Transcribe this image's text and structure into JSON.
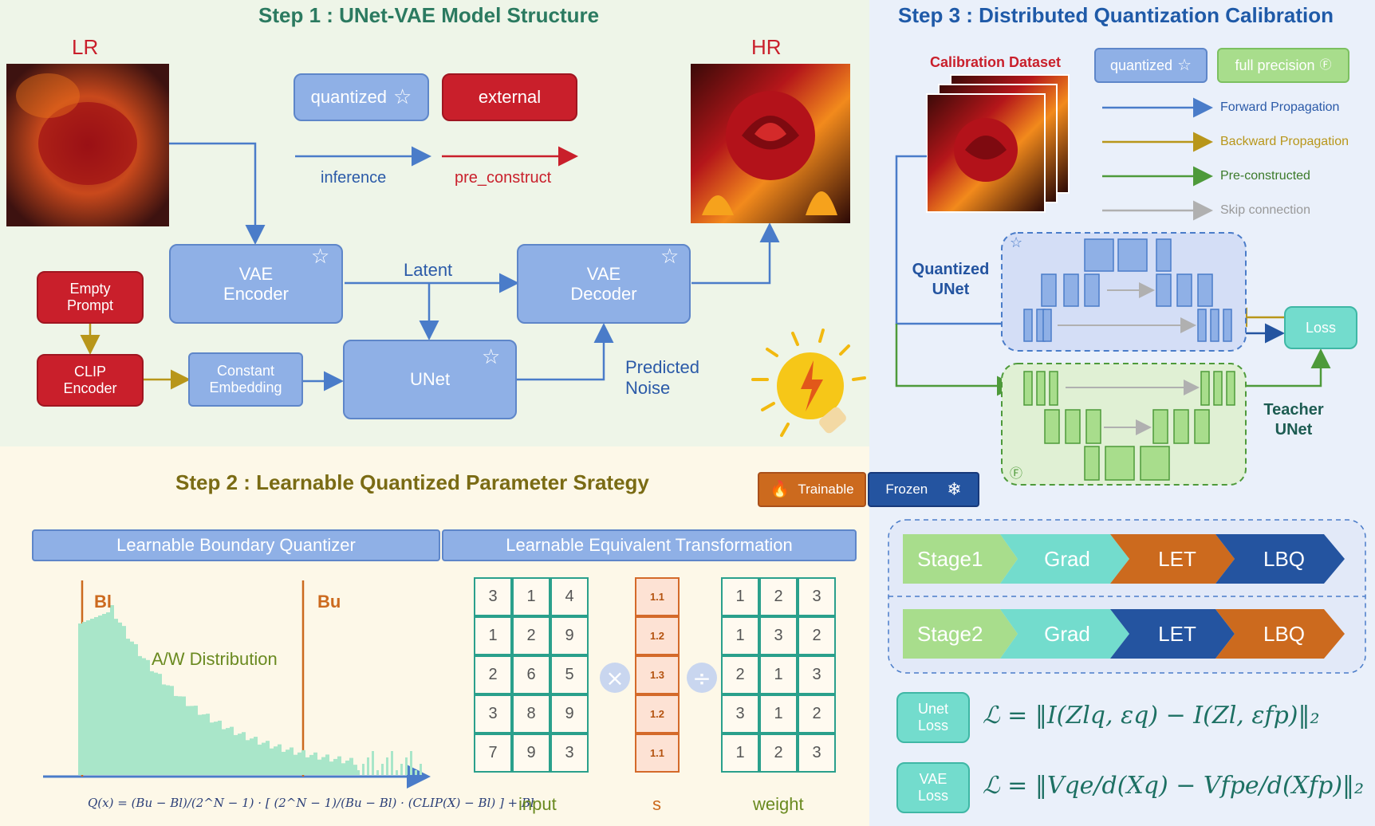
{
  "step1": {
    "title": "Step 1 :  UNet-VAE Model Structure",
    "lr": "LR",
    "hr": "HR",
    "legend_quantized": "quantized",
    "legend_external": "external",
    "legend_inference": "inference",
    "legend_pre_construct": "pre_construct",
    "vae_encoder": "VAE Encoder",
    "vae_decoder": "VAE Decoder",
    "latent": "Latent",
    "unet": "UNet",
    "empty_prompt": "Empty Prompt",
    "clip_encoder": "CLIP Encoder",
    "constant_embedding": "Constant Embedding",
    "predicted_noise": "Predicted Noise"
  },
  "step2": {
    "title": "Step 2 : Learnable Quantized Parameter Srategy",
    "trainable": "Trainable",
    "frozen": "Frozen",
    "lbq_header": "Learnable Boundary Quantizer",
    "let_header": "Learnable Equivalent Transformation",
    "bl": "Bl",
    "bu": "Bu",
    "distribution": "A/W Distribution",
    "formula": "Q(x) = (Bu − Bl)/(2^N − 1) · [ (2^N − 1)/(Bu − Bl) · (CLIP(X) − Bl) ] + Bl",
    "input_matrix": [
      [
        3,
        1,
        4
      ],
      [
        1,
        2,
        9
      ],
      [
        2,
        6,
        5
      ],
      [
        3,
        8,
        9
      ],
      [
        7,
        9,
        3
      ]
    ],
    "s_vector": [
      "1.1",
      "1.2",
      "1.3",
      "1.2",
      "1.1"
    ],
    "weight_matrix": [
      [
        1,
        2,
        3
      ],
      [
        1,
        3,
        2
      ],
      [
        2,
        1,
        3
      ],
      [
        3,
        1,
        2
      ],
      [
        1,
        2,
        3
      ]
    ],
    "input_label": "input",
    "s_label": "s",
    "weight_label": "weight"
  },
  "step3": {
    "title": "Step 3 : Distributed Quantization Calibration",
    "calibration_dataset": "Calibration Dataset",
    "legend_quantized": "quantized",
    "legend_full_precision": "full precision",
    "forward": "Forward Propagation",
    "backward": "Backward Propagation",
    "preconstructed": "Pre-constructed",
    "skip": "Skip connection",
    "quantized_unet": "Quantized UNet",
    "teacher_unet": "Teacher UNet",
    "loss": "Loss",
    "stage1": [
      "Stage1",
      "Grad",
      "LET",
      "LBQ"
    ],
    "stage2": [
      "Stage2",
      "Grad",
      "LET",
      "LBQ"
    ],
    "unet_loss": "Unet Loss",
    "vae_loss": "VAE Loss",
    "unet_loss_formula": "ℒ = ‖I(Zlq, εq) − I(Zl, εfp)‖₂",
    "vae_loss_formula": "ℒ = ‖Vqe/d(Xq) − Vfpe/d(Xfp)‖₂"
  },
  "colors": {
    "quantized": "#8fb0e6",
    "external": "#c91f2b",
    "forward": "#4a7cc9",
    "backward": "#b8961a",
    "preconstructed": "#4e9a3a",
    "skip": "#b0b0b0",
    "teal": "#73dccd",
    "orange": "#cc6a1e",
    "navy": "#2454a0"
  }
}
